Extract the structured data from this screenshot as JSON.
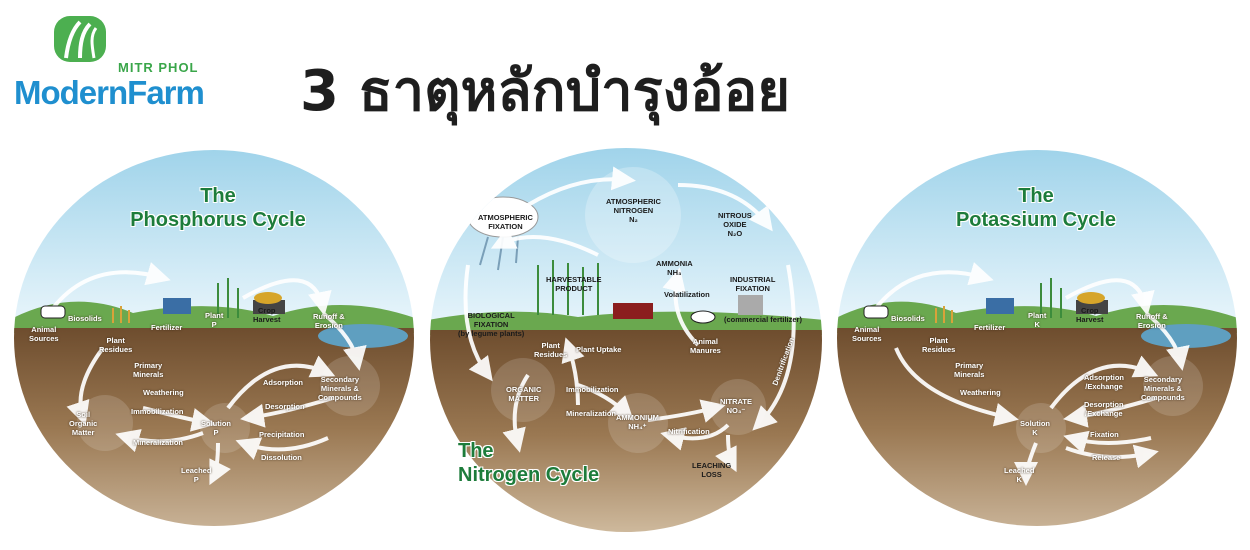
{
  "logo": {
    "brand_top": "MITR PHOL",
    "brand_main": "ModernFarm"
  },
  "title": "3 ธาตุหลักบำรุงอ้อย",
  "phosphorus": {
    "title_line1": "The",
    "title_line2": "Phosphorus Cycle",
    "labels": {
      "animal_sources": "Animal\nSources",
      "biosolids": "Biosolids",
      "plant_residues": "Plant\nResidues",
      "fertilizer": "Fertilizer",
      "plant": "Plant\nP",
      "crop_harvest": "Crop\nHarvest",
      "runoff": "Runoff &\nErosion",
      "primary_minerals": "Primary\nMinerals",
      "weathering": "Weathering",
      "adsorption": "Adsorption",
      "desorption": "Desorption",
      "secondary": "Secondary\nMinerals &\nCompounds",
      "soil_organic": "Soil\nOrganic\nMatter",
      "immobilization": "Immobilization",
      "mineralization": "Mineralization",
      "solution": "Solution\nP",
      "precipitation": "Precipitation",
      "dissolution": "Dissolution",
      "leached": "Leached\nP"
    }
  },
  "nitrogen": {
    "title_line1": "The",
    "title_line2": "Nitrogen Cycle",
    "labels": {
      "atmospheric_fixation": "ATMOSPHERIC\nFIXATION",
      "atmospheric_nitrogen": "ATMOSPHERIC\nNITROGEN\nN₂",
      "nitrous_oxide": "NITROUS\nOXIDE\nN₂O",
      "harvestable": "HARVESTABLE\nPRODUCT",
      "ammonia": "AMMONIA\nNH₃",
      "industrial": "INDUSTRIAL\nFIXATION",
      "volatilization": "Volatilization",
      "biological": "BIOLOGICAL\nFIXATION\n(by legume plants)",
      "commercial": "(commercial fertilizer)",
      "plant_residues": "Plant\nResidues",
      "plant_uptake": "Plant Uptake",
      "animal_manures": "Animal\nManures",
      "organic_matter": "ORGANIC\nMATTER",
      "immobilization": "Immobilization",
      "mineralization": "Mineralization",
      "ammonium": "AMMONIUM\nNH₄⁺",
      "nitrification": "Nitrification",
      "nitrate": "NITRATE\nNO₃⁻",
      "denitrification": "Denitrification",
      "leaching": "LEACHING\nLOSS"
    }
  },
  "potassium": {
    "title_line1": "The",
    "title_line2": "Potassium Cycle",
    "labels": {
      "animal_sources": "Animal\nSources",
      "biosolids": "Biosolids",
      "plant_residues": "Plant\nResidues",
      "fertilizer": "Fertilizer",
      "plant": "Plant\nK",
      "crop_harvest": "Crop\nHarvest",
      "runoff": "Runoff &\nErosion",
      "primary_minerals": "Primary\nMinerals",
      "weathering": "Weathering",
      "adsorption": "Adsorption\n/Exchange",
      "desorption": "Desorption\n/Exchange",
      "secondary": "Secondary\nMinerals &\nCompounds",
      "solution": "Solution\nK",
      "fixation": "Fixation",
      "release": "Release",
      "leached": "Leached\nK"
    }
  },
  "colors": {
    "sky": "#bfe3f2",
    "soil": "#8a6a48",
    "grass": "#6aa84f",
    "title_green": "#1d7c3b",
    "logo_blue": "#1f8fcf",
    "logo_green": "#3aa64a"
  }
}
